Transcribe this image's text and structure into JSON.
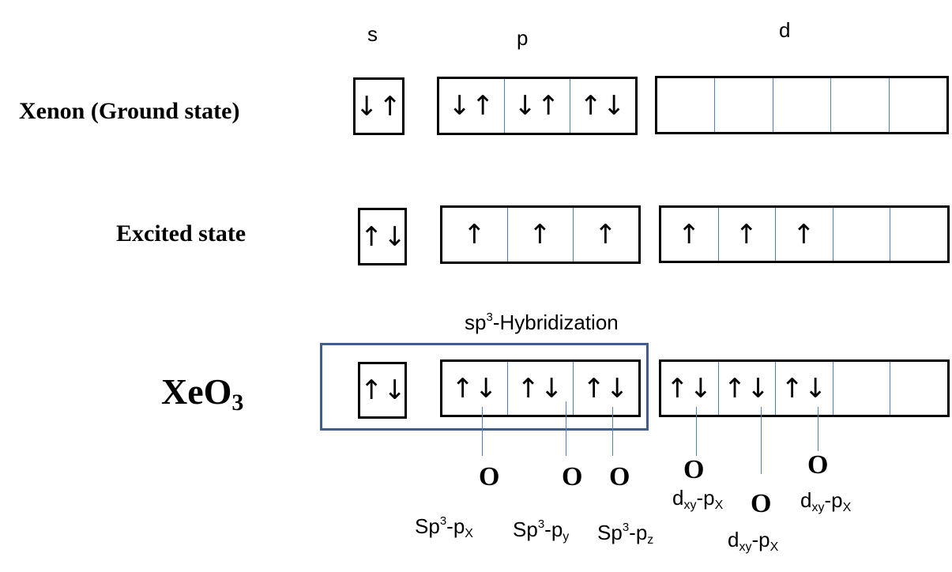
{
  "headers": {
    "s": "s",
    "p": "p",
    "d": "d"
  },
  "rows": {
    "ground": {
      "label": "Xenon  (Ground state)",
      "s": [
        "↓↑"
      ],
      "p": [
        "↓↑",
        "↓↑",
        "↑↓"
      ],
      "d": [
        "",
        "",
        "",
        "",
        ""
      ]
    },
    "excited": {
      "label": "Excited state",
      "s": [
        "↑↓"
      ],
      "p": [
        "↑",
        "↑",
        "↑"
      ],
      "d": [
        "↑",
        "↑",
        "↑",
        "",
        ""
      ]
    },
    "xeo3": {
      "label": {
        "main": "XeO",
        "sub": "3"
      },
      "s": [
        "↑↓"
      ],
      "p": [
        "↑↓",
        "↑↓",
        "↑↓"
      ],
      "d": [
        "↑↓",
        "↑↓",
        "↑↓",
        "",
        ""
      ]
    }
  },
  "hybridization": {
    "text": "sp",
    "sup": "3",
    "suffix": "-Hybridization"
  },
  "oxygens": {
    "o1": "O",
    "o2": "O",
    "o3": "O",
    "o4": "O",
    "o5": "O",
    "o6": "O"
  },
  "bonds": {
    "b1": {
      "base": "Sp",
      "sup": "3",
      "mid": "-p",
      "sub": "X"
    },
    "b2": {
      "base": "Sp",
      "sup": "3",
      "mid": "-p",
      "sub": "y"
    },
    "b3": {
      "base": "Sp",
      "sup": "3",
      "mid": "-p",
      "sub": "z"
    },
    "b4": {
      "base": "d",
      "sub1": "xy",
      "mid": "-p",
      "sub2": "X"
    },
    "b5": {
      "base": "d",
      "sub1": "xy",
      "mid": "-p",
      "sub2": "X"
    },
    "b6": {
      "base": "d",
      "sub1": "xy",
      "mid": "-p",
      "sub2": "X"
    }
  },
  "colors": {
    "box_border": "#000000",
    "divider": "#4f81bd",
    "hybrid_frame": "#3f5f88",
    "connector": "#4f81bd"
  }
}
